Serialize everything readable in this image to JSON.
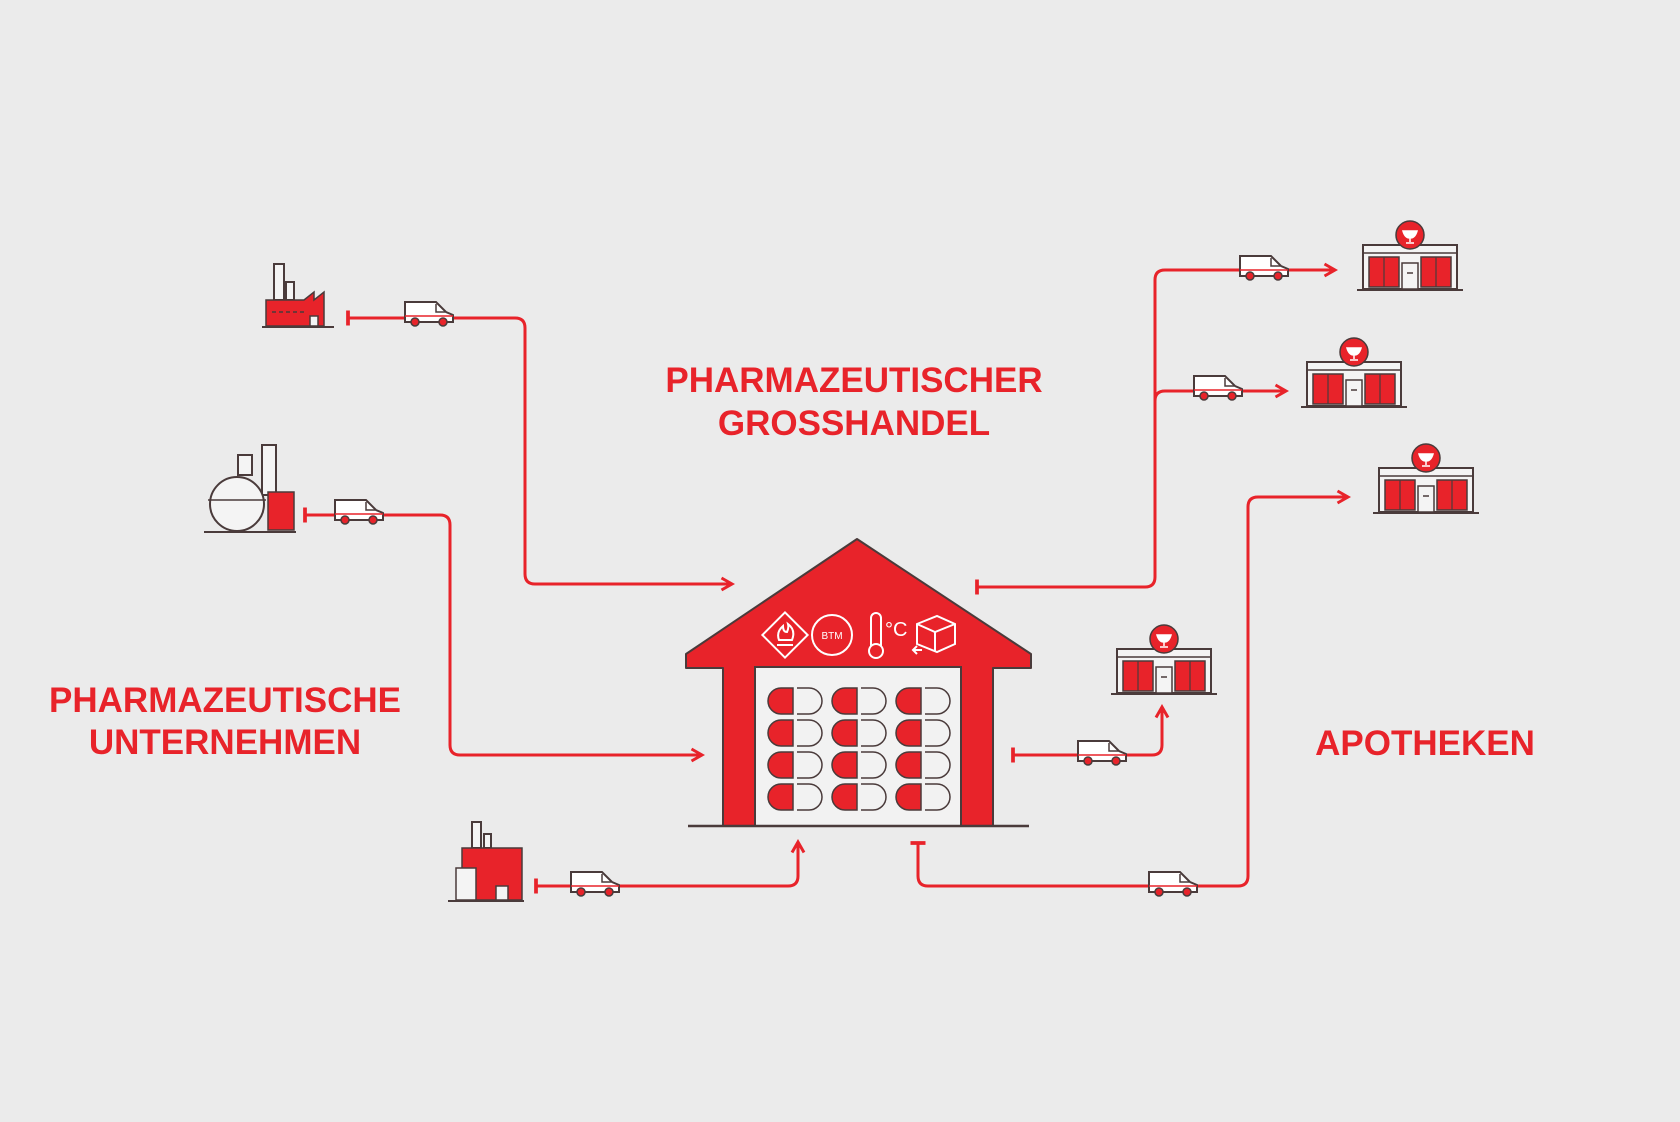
{
  "labels": {
    "wholesale_line1": "PHARMAZEUTISCHER",
    "wholesale_line2": "GROSSHANDEL",
    "companies_line1": "PHARMAZEUTISCHE",
    "companies_line2": "UNTERNEHMEN",
    "pharmacies": "APOTHEKEN"
  },
  "roof_icons": {
    "btm": "BTM",
    "celsius": "°C",
    "icons": [
      "flammable-icon",
      "btm-narcotics-icon",
      "thermometer-icon",
      "returns-box-icon"
    ]
  },
  "colors": {
    "accent": "#e8232a",
    "background": "#ebebeb",
    "ink": "#4a3b3b"
  }
}
